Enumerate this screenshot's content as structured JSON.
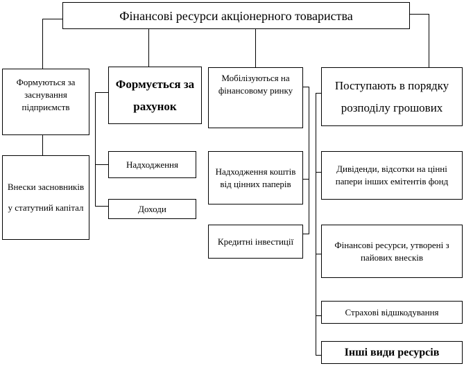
{
  "title": "Фінансові ресурси акціонерного товариства",
  "columns": [
    {
      "header": "Формуються за заснування підприємств",
      "items": [
        "Внески засновників у статутний капітал"
      ]
    },
    {
      "header": "Формується за рахунок",
      "items": [
        "Надходження",
        "Доходи"
      ]
    },
    {
      "header": "Мобілізуються на фінансовому ринку",
      "items": [
        "Надходження коштів від цінних паперів",
        "Кредитні інвестиції"
      ]
    },
    {
      "header": "Поступають в порядку розподілу грошових",
      "items": [
        "Дивіденди, відсотки на цінні папери інших емітентів фонд",
        "Фінансові ресурси, утворені з пайових внесків",
        "Страхові відшкодування",
        "Інші види ресурсів"
      ]
    }
  ]
}
